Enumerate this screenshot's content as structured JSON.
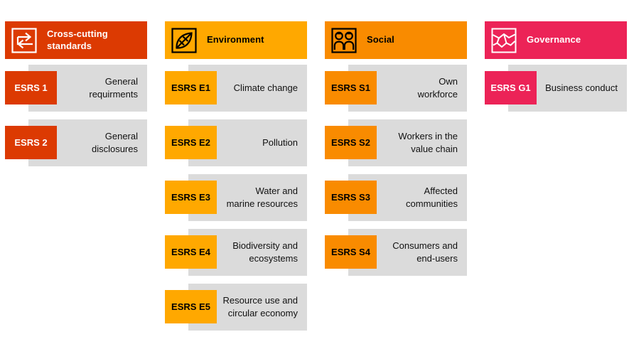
{
  "colors": {
    "page_bg": "#ffffff",
    "item_bg": "#dbdbdb",
    "item_text": "#111111",
    "cross_cutting_accent": "#dc3a02",
    "environment_accent": "#ffa800",
    "social_accent": "#f98b00",
    "governance_accent": "#ec2357"
  },
  "columns": [
    {
      "name": "Cross-cutting standards",
      "color": "#dc3a02",
      "on_color": "#ffffff",
      "header": {
        "label": "Cross-cutting\nstandards",
        "icon": "swap-arrows-icon"
      },
      "items": [
        {
          "code": "ESRS 1",
          "label": "General\nrequirments"
        },
        {
          "code": "ESRS 2",
          "label": "General\ndisclosures"
        }
      ]
    },
    {
      "name": "Environment",
      "color": "#ffa800",
      "on_color": "#000000",
      "header": {
        "label": "Environment",
        "icon": "leaf-icon"
      },
      "items": [
        {
          "code": "ESRS E1",
          "label": "Climate change"
        },
        {
          "code": "ESRS E2",
          "label": "Pollution"
        },
        {
          "code": "ESRS E3",
          "label": "Water and\nmarine resources"
        },
        {
          "code": "ESRS E4",
          "label": "Biodiversity and\necosystems"
        },
        {
          "code": "ESRS E5",
          "label": "Resource use and\ncircular economy"
        }
      ]
    },
    {
      "name": "Social",
      "color": "#f98b00",
      "on_color": "#000000",
      "header": {
        "label": "Social",
        "icon": "people-icon"
      },
      "items": [
        {
          "code": "ESRS S1",
          "label": "Own\nworkforce"
        },
        {
          "code": "ESRS S2",
          "label": "Workers in the\nvalue chain"
        },
        {
          "code": "ESRS S3",
          "label": "Affected\ncommunities"
        },
        {
          "code": "ESRS S4",
          "label": "Consumers and\nend-users"
        }
      ]
    },
    {
      "name": "Governance",
      "color": "#ec2357",
      "on_color": "#ffffff",
      "header": {
        "label": "Governance",
        "icon": "handshake-icon"
      },
      "items": [
        {
          "code": "ESRS G1",
          "label": "Business conduct"
        }
      ]
    }
  ]
}
